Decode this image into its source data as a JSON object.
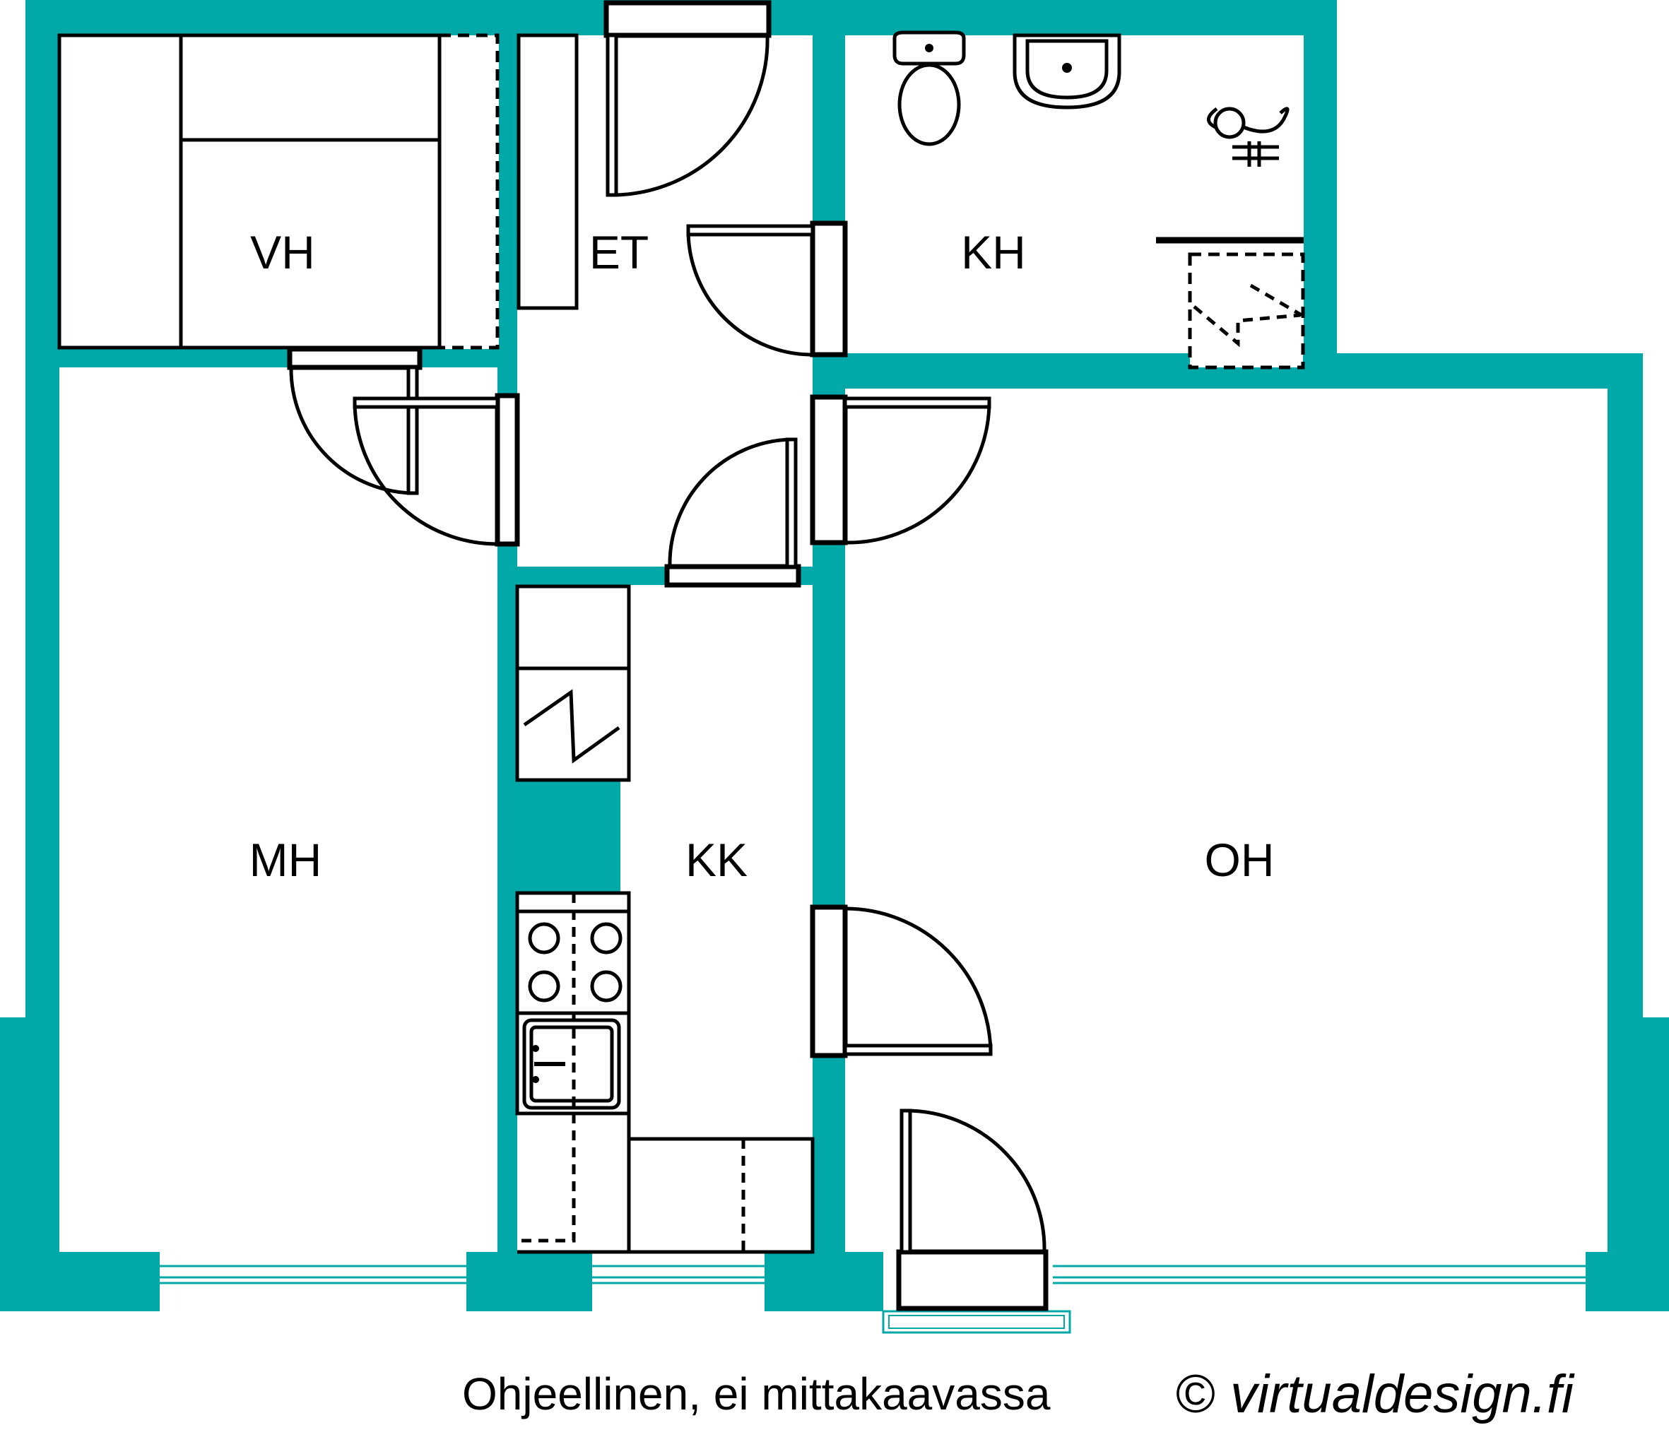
{
  "plan": {
    "wall_color": "#00A8A8",
    "fixture_color": "#000000",
    "rooms": {
      "vh": "VH",
      "et": "ET",
      "kh": "KH",
      "mh": "MH",
      "kk": "KK",
      "oh": "OH"
    }
  },
  "footer": {
    "note": "Ohjeellinen, ei mittakaavassa",
    "copyright_symbol": "©",
    "copyright_text": "virtualdesign.fi"
  }
}
